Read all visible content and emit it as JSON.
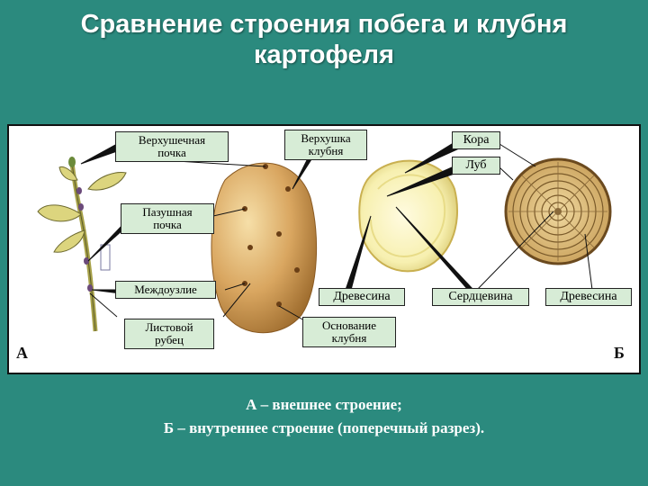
{
  "title": {
    "line1": "Сравнение строения побега и клубня",
    "line2": "картофеля"
  },
  "labels": {
    "apical_bud": [
      "Верхушечная",
      "почка"
    ],
    "axillary_bud": [
      "Пазушная",
      "почка"
    ],
    "internode": "Междоузлие",
    "leaf_scar": [
      "Листовой",
      "рубец"
    ],
    "tuber_top": [
      "Верхушка",
      "клубня"
    ],
    "tuber_base": [
      "Основание",
      "клубня"
    ],
    "bark": "Кора",
    "bast": "Луб",
    "wood_left": "Древесина",
    "pith": "Сердцевина",
    "wood_right": "Древесина"
  },
  "corner_labels": {
    "left": "А",
    "right": "Б"
  },
  "caption": {
    "line1": "А – внешнее строение;",
    "line2": "Б – внутреннее строение (поперечный разрез)."
  },
  "colors": {
    "background": "#2b8a7e",
    "label_fill": "#d7ecd6",
    "leaf": "#d8d37a",
    "stem": "#b9b26a",
    "tuber": "#c9924a",
    "tuber_cut": "#f6f0b4",
    "tree_ring": "#7a5a2a"
  }
}
